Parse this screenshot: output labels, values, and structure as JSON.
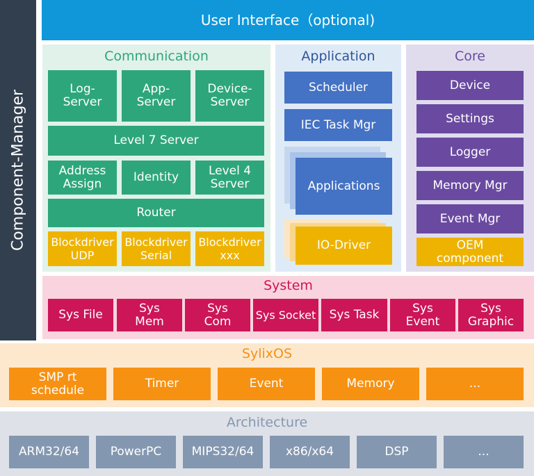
{
  "component_manager": {
    "label": "Component-Manager"
  },
  "user_interface": {
    "label": "User Interface（optional)"
  },
  "communication": {
    "title": "Communication",
    "log_server": "Log-\nServer",
    "app_server": "App-\nServer",
    "device_server": "Device-\nServer",
    "level7_server": "Level 7 Server",
    "address_assign": "Address\nAssign",
    "identity": "Identity",
    "level4_server": "Level 4\nServer",
    "router": "Router",
    "blockdriver_udp": "Blockdriver\nUDP",
    "blockdriver_serial": "Blockdriver\nSerial",
    "blockdriver_xxx": "Blockdriver\nxxx"
  },
  "application": {
    "title": "Application",
    "scheduler": "Scheduler",
    "iec_task_mgr": "IEC Task Mgr",
    "applications": "Applications",
    "io_driver": "IO-Driver"
  },
  "core": {
    "title": "Core",
    "device": "Device",
    "settings": "Settings",
    "logger": "Logger",
    "memory_mgr": "Memory Mgr",
    "event_mgr": "Event Mgr",
    "oem_component": "OEM\ncomponent"
  },
  "system": {
    "title": "System",
    "items": [
      "Sys File",
      "Sys\nMem",
      "Sys\nCom",
      "Sys Socket",
      "Sys Task",
      "Sys\nEvent",
      "Sys\nGraphic"
    ]
  },
  "sylixos": {
    "title": "SylixOS",
    "items": [
      "SMP rt\nschedule",
      "Timer",
      "Event",
      "Memory",
      "..."
    ]
  },
  "architecture": {
    "title": "Architecture",
    "items": [
      "ARM32/64",
      "PowerPC",
      "MIPS32/64",
      "x86/x64",
      "DSP",
      "..."
    ]
  },
  "colors": {
    "navy": "#323f4f",
    "ui_blue": "#0f97d9",
    "communication": "#2ea67c",
    "application": "#4472c4",
    "core": "#6a4aa0",
    "yellow": "#eeb300",
    "system": "#cc1657",
    "sylixos": "#f79112",
    "architecture": "#8497b0"
  }
}
